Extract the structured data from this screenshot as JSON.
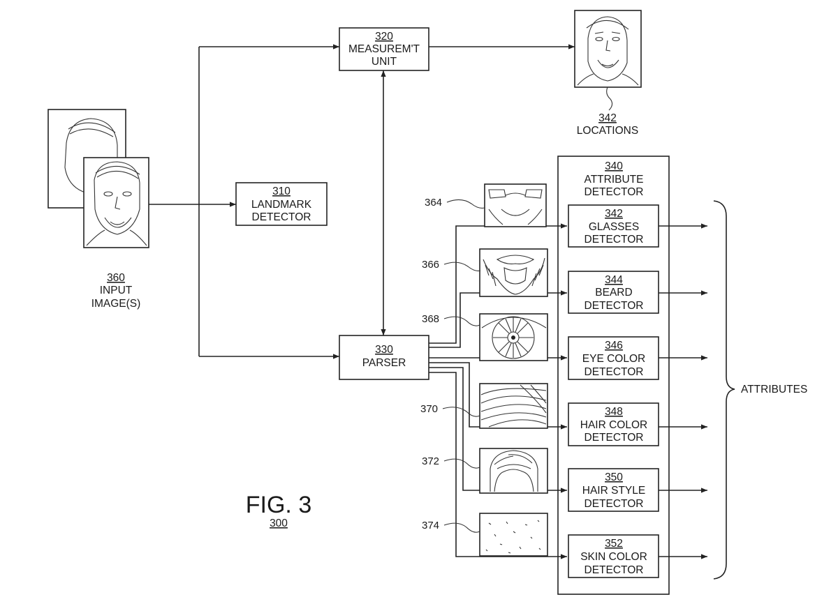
{
  "figure": {
    "title": "FIG. 3",
    "number": "300"
  },
  "measurement_unit": {
    "number": "320",
    "line1": "MEASUREM'T",
    "line2": "UNIT"
  },
  "landmark_detector": {
    "number": "310",
    "line1": "LANDMARK",
    "line2": "DETECTOR"
  },
  "parser": {
    "number": "330",
    "line1": "PARSER"
  },
  "input_images": {
    "number": "360",
    "line1": "INPUT",
    "line2": "IMAGE(S)"
  },
  "locations": {
    "number": "342",
    "line1": "LOCATIONS"
  },
  "attribute_detector": {
    "number": "340",
    "line1": "ATTRIBUTE",
    "line2": "DETECTOR"
  },
  "detectors": [
    {
      "number": "342",
      "line1": "GLASSES",
      "line2": "DETECTOR"
    },
    {
      "number": "344",
      "line1": "BEARD",
      "line2": "DETECTOR"
    },
    {
      "number": "346",
      "line1": "EYE COLOR",
      "line2": "DETECTOR"
    },
    {
      "number": "348",
      "line1": "HAIR COLOR",
      "line2": "DETECTOR"
    },
    {
      "number": "350",
      "line1": "HAIR STYLE",
      "line2": "DETECTOR"
    },
    {
      "number": "352",
      "line1": "SKIN COLOR",
      "line2": "DETECTOR"
    }
  ],
  "parts": [
    {
      "ref": "364",
      "icon": "glasses-region-icon"
    },
    {
      "ref": "366",
      "icon": "beard-region-icon"
    },
    {
      "ref": "368",
      "icon": "eye-region-icon"
    },
    {
      "ref": "370",
      "icon": "hair-texture-icon"
    },
    {
      "ref": "372",
      "icon": "hairstyle-icon"
    },
    {
      "ref": "374",
      "icon": "skin-texture-icon"
    }
  ],
  "attributes_label": "ATTRIBUTES"
}
